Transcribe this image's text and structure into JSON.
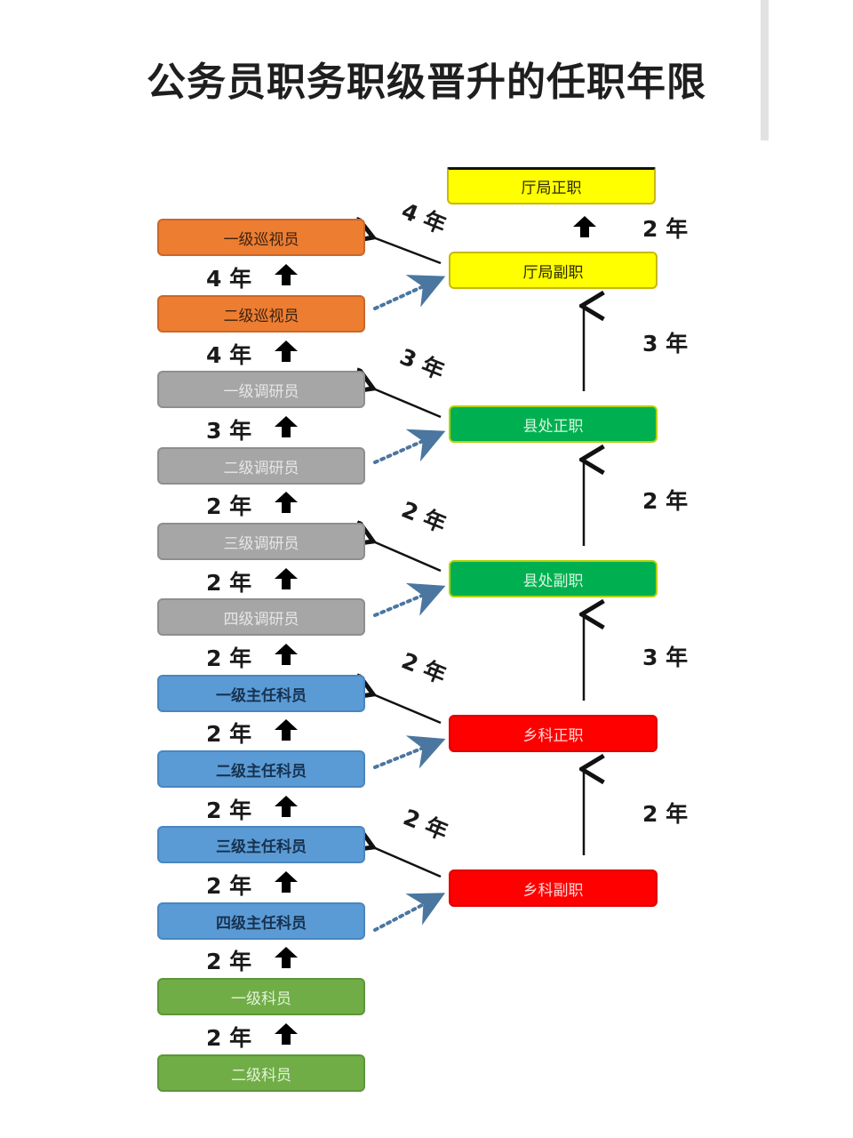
{
  "title": "公务员职务职级晋升的任职年限",
  "left_ladder": [
    {
      "label": "一级巡视员",
      "color": "#ed7d31"
    },
    {
      "label": "二级巡视员",
      "color": "#ed7d31"
    },
    {
      "label": "一级调研员",
      "color": "#a6a6a6"
    },
    {
      "label": "二级调研员",
      "color": "#a6a6a6"
    },
    {
      "label": "三级调研员",
      "color": "#a6a6a6"
    },
    {
      "label": "四级调研员",
      "color": "#a6a6a6"
    },
    {
      "label": "一级主任科员",
      "color": "#5b9bd5"
    },
    {
      "label": "二级主任科员",
      "color": "#5b9bd5"
    },
    {
      "label": "三级主任科员",
      "color": "#5b9bd5"
    },
    {
      "label": "四级主任科员",
      "color": "#5b9bd5"
    },
    {
      "label": "一级科员",
      "color": "#70ad47"
    },
    {
      "label": "二级科员",
      "color": "#70ad47"
    }
  ],
  "left_gaps": [
    "4 年",
    "4 年",
    "3 年",
    "2 年",
    "2 年",
    "2 年",
    "2 年",
    "2 年",
    "2 年",
    "2 年",
    "2 年"
  ],
  "right_ladder": [
    {
      "label": "厅局正职",
      "color": "#ffff00"
    },
    {
      "label": "厅局副职",
      "color": "#ffff00"
    },
    {
      "label": "县处正职",
      "color": "#00b050"
    },
    {
      "label": "县处副职",
      "color": "#00b050"
    },
    {
      "label": "乡科正职",
      "color": "#ff0000"
    },
    {
      "label": "乡科副职",
      "color": "#ff0000"
    }
  ],
  "right_gaps": [
    "2 年",
    "3 年",
    "2 年",
    "3 年",
    "2 年"
  ],
  "cross_labels": [
    "4 年",
    "3 年",
    "2 年",
    "2 年",
    "2 年"
  ]
}
